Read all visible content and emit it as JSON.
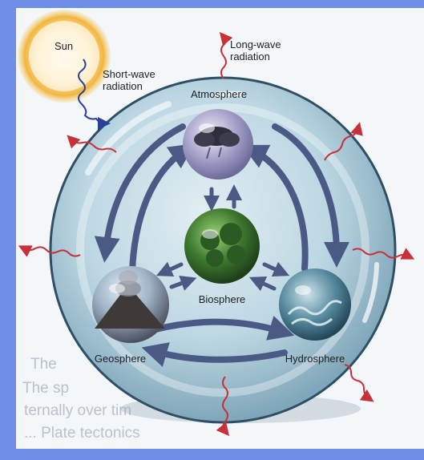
{
  "labels": {
    "sun": "Sun",
    "short_wave": [
      "Short-wave",
      "radiation"
    ],
    "long_wave": [
      "Long-wave",
      "radiation"
    ],
    "atmosphere": "Atmosphere",
    "biosphere": "Biosphere",
    "geosphere": "Geosphere",
    "hydrosphere": "Hydrosphere"
  },
  "background_text": [
    "The",
    "The sp",
    "ternally over tim",
    "... Plate tectonics"
  ],
  "colors": {
    "frame": "#6f8fe6",
    "globe": "#bcd7e3",
    "arrow": "#4a5a85",
    "wave_red": "#c8303a",
    "wave_blue": "#2a3f9a",
    "sun": "#f2b640"
  },
  "icons": {
    "atmosphere": "storm-cloud-icon",
    "biosphere": "forest-icon",
    "geosphere": "volcano-icon",
    "hydrosphere": "ocean-wave-icon"
  }
}
